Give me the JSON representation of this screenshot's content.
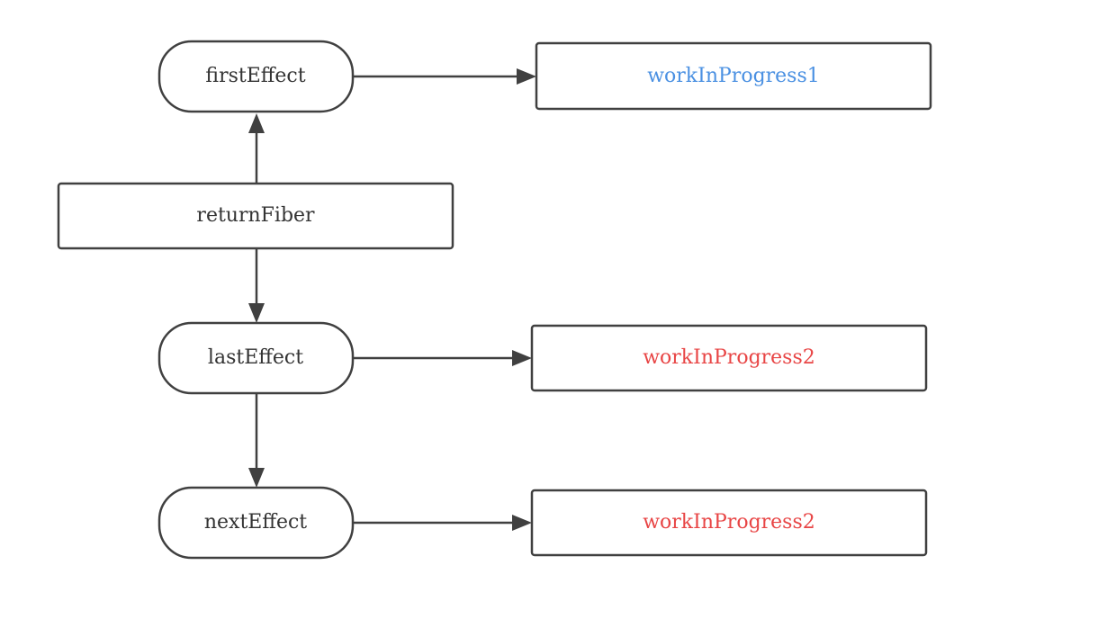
{
  "diagram": {
    "nodes": {
      "first_effect": {
        "label": "firstEffect"
      },
      "return_fiber": {
        "label": "returnFiber"
      },
      "last_effect": {
        "label": "lastEffect"
      },
      "next_effect": {
        "label": "nextEffect"
      },
      "work_in_progress_1": {
        "label": "workInProgress1",
        "color": "#4a90e2"
      },
      "work_in_progress_2a": {
        "label": "workInProgress2",
        "color": "#e84545"
      },
      "work_in_progress_2b": {
        "label": "workInProgress2",
        "color": "#e84545"
      }
    },
    "edges": [
      {
        "from": "return_fiber",
        "to": "first_effect"
      },
      {
        "from": "return_fiber",
        "to": "last_effect"
      },
      {
        "from": "last_effect",
        "to": "next_effect"
      },
      {
        "from": "first_effect",
        "to": "work_in_progress_1"
      },
      {
        "from": "last_effect",
        "to": "work_in_progress_2a"
      },
      {
        "from": "next_effect",
        "to": "work_in_progress_2b"
      }
    ],
    "colors": {
      "stroke": "#404040",
      "text": "#333333",
      "highlight_blue": "#4a90e2",
      "highlight_red": "#e84545"
    }
  }
}
